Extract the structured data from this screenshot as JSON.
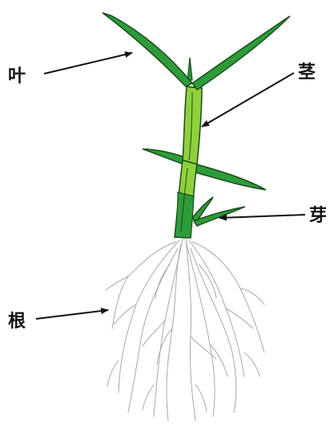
{
  "labels": {
    "leaf": "叶",
    "stem": "茎",
    "bud": "芽",
    "root": "根"
  },
  "colors": {
    "leaf_green": "#2e9b3a",
    "stem_green": "#8fd13c",
    "outline": "#1a4a1c",
    "root_gray": "#a8a8a8",
    "arrow": "#111111"
  }
}
